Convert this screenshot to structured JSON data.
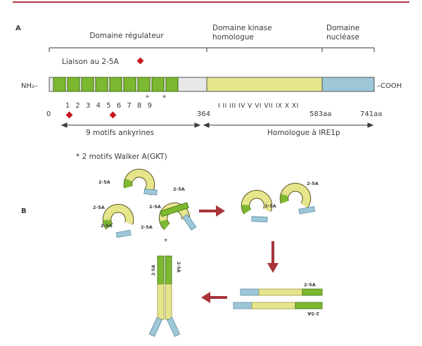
{
  "colors": {
    "frame": "#b03a3e",
    "text": "#3a3a3a",
    "green": "#7cb830",
    "green_dark": "#3f6e12",
    "yellow": "#e7e58c",
    "yellow_dark": "#9a9640",
    "blue": "#9ec7d8",
    "blue_dark": "#5f8ea2",
    "diamond": "#c4161c",
    "arrow": "#a8343a"
  },
  "panel_a": {
    "label": "A",
    "domains": {
      "regulator": "Domaine régulateur",
      "kinase_line1": "Domaine kinase",
      "kinase_line2": "homologue",
      "nuclease_line1": "Domaine",
      "nuclease_line2": "nucléase"
    },
    "binding_label": "Liaison au 2-5A",
    "nh2": "NH₂–",
    "cooh": "–COOH",
    "motif_numbers": [
      "1",
      "2",
      "3",
      "4",
      "5",
      "6",
      "7",
      "8",
      "9"
    ],
    "asterisk": "*",
    "kinase_subdomains": "I II III IV V VI VII IX X XI",
    "positions": {
      "start": "0",
      "p364": "364",
      "p583": "583aa",
      "p741": "741aa"
    },
    "ankyrin_label": "9 motifs ankyrines",
    "ire1_label": "Homologue à IRE1p",
    "walker_note": "* 2 motifs Walker A(GKT)"
  },
  "panel_b": {
    "label": "B",
    "ligand": "2-5A",
    "asterisk": "*"
  }
}
